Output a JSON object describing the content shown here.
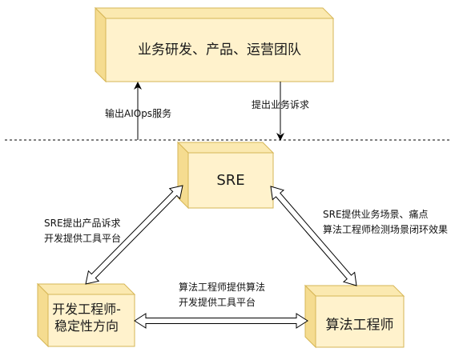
{
  "colors": {
    "box_fill_front": "#fff2cc",
    "box_fill_side": "#f5dc90",
    "box_fill_top": "#fbe9b0",
    "box_stroke": "#d6b656",
    "line": "#000000"
  },
  "boxes": {
    "business_team": "业务研发、产品、运营团队",
    "sre": "SRE",
    "dev_engineer_line1": "开发工程师-",
    "dev_engineer_line2": "稳定性方向",
    "algo_engineer": "算法工程师"
  },
  "labels": {
    "output_aiops": "输出AIOps服务",
    "business_request": "提出业务诉求",
    "sre_to_dev_line1": "SRE提出产品诉求",
    "sre_to_dev_line2": "开发提供工具平台",
    "sre_to_algo_line1": "SRE提供业务场景、痛点",
    "sre_to_algo_line2": "算法工程师检测场景闭环效果",
    "dev_algo_line1": "算法工程师提供算法",
    "dev_algo_line2": "开发提供工具平台"
  }
}
